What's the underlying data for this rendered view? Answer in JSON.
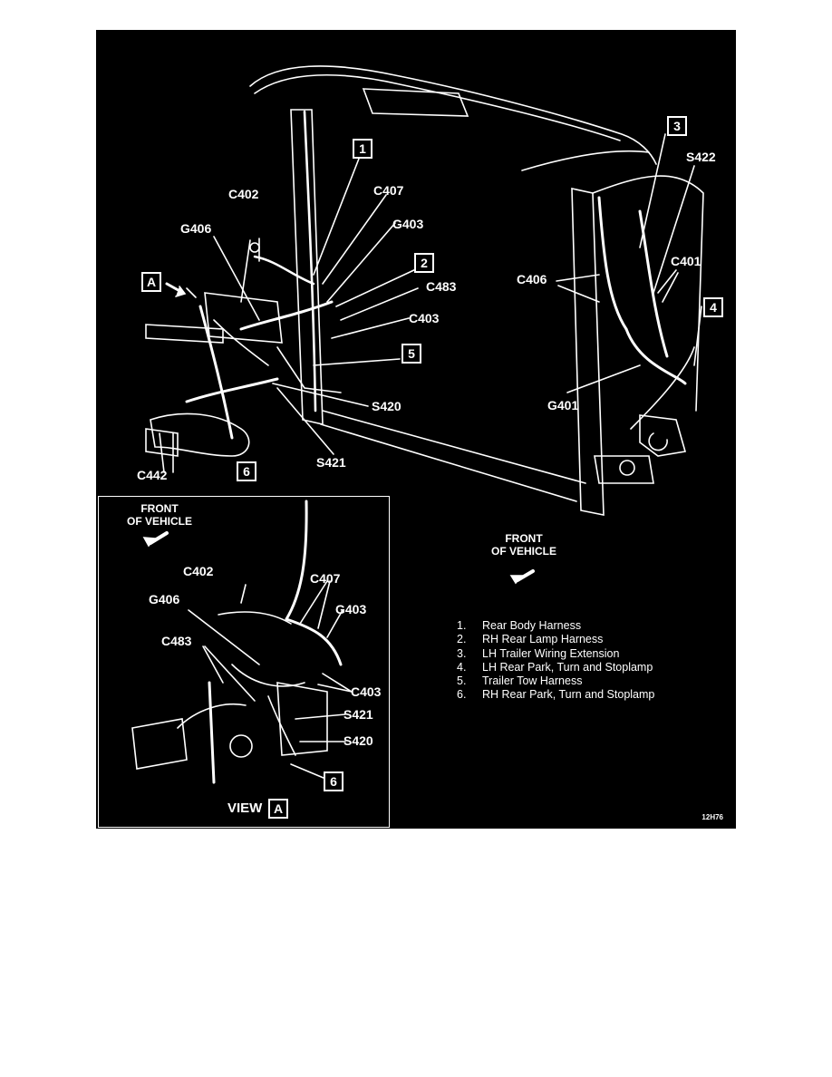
{
  "main_view": {
    "callout_numbers": [
      "1",
      "2",
      "3",
      "4",
      "5",
      "6"
    ],
    "connector_labels": {
      "c402": "C402",
      "c407": "C407",
      "g406": "G406",
      "g403": "G403",
      "c483": "C483",
      "c403": "C403",
      "s420": "S420",
      "s421": "S421",
      "c442": "C442",
      "s422": "S422",
      "c406": "C406",
      "c401": "C401",
      "g401": "G401"
    },
    "view_marker": "A",
    "front_label_line1": "FRONT",
    "front_label_line2": "OF VEHICLE"
  },
  "inset_view": {
    "front_label_line1": "FRONT",
    "front_label_line2": "OF VEHICLE",
    "labels": {
      "c402": "C402",
      "c407": "C407",
      "g406": "G406",
      "g403": "G403",
      "c483": "C483",
      "c403": "C403",
      "s421": "S421",
      "s420": "S420"
    },
    "callout": "6",
    "title": "VIEW",
    "title_marker": "A"
  },
  "legend": [
    {
      "num": "1.",
      "text": "Rear Body Harness"
    },
    {
      "num": "2.",
      "text": "RH Rear Lamp Harness"
    },
    {
      "num": "3.",
      "text": "LH Trailer Wiring Extension"
    },
    {
      "num": "4.",
      "text": "LH Rear Park, Turn and Stoplamp"
    },
    {
      "num": "5.",
      "text": "Trailer Tow Harness"
    },
    {
      "num": "6.",
      "text": "RH Rear Park, Turn and Stoplamp"
    }
  ],
  "figure_code": "12H76",
  "colors": {
    "background": "#000000",
    "line": "#ffffff",
    "page": "#ffffff"
  }
}
